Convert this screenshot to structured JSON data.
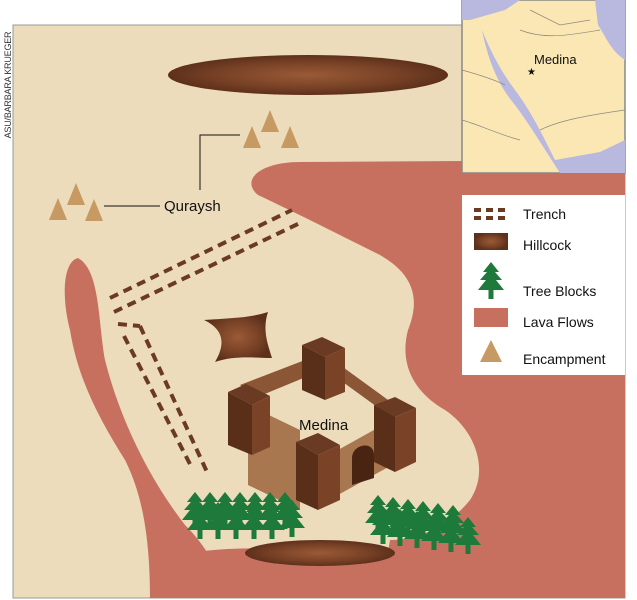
{
  "credit": "ASU/BARBARA KRUEGER",
  "map": {
    "quraysh_label": "Quraysh",
    "medina_label": "Medina"
  },
  "inset": {
    "medina_label": "Medina"
  },
  "legend": {
    "items": [
      {
        "label": "Trench",
        "icon": "trench-icon"
      },
      {
        "label": "Hillcock",
        "icon": "hillcock-icon"
      },
      {
        "label": "Tree Blocks",
        "icon": "tree-icon"
      },
      {
        "label": "Lava Flows",
        "icon": "lava-flow-icon"
      },
      {
        "label": "Encampment",
        "icon": "encampment-icon"
      }
    ]
  },
  "colors": {
    "ground": "#ecdcbc",
    "lava": "#c8705f",
    "hillcock": "#6b3a22",
    "tree": "#1e7a3a",
    "encampment": "#c69a62",
    "sea": "#b9b8de",
    "land": "#fbe7b3"
  }
}
